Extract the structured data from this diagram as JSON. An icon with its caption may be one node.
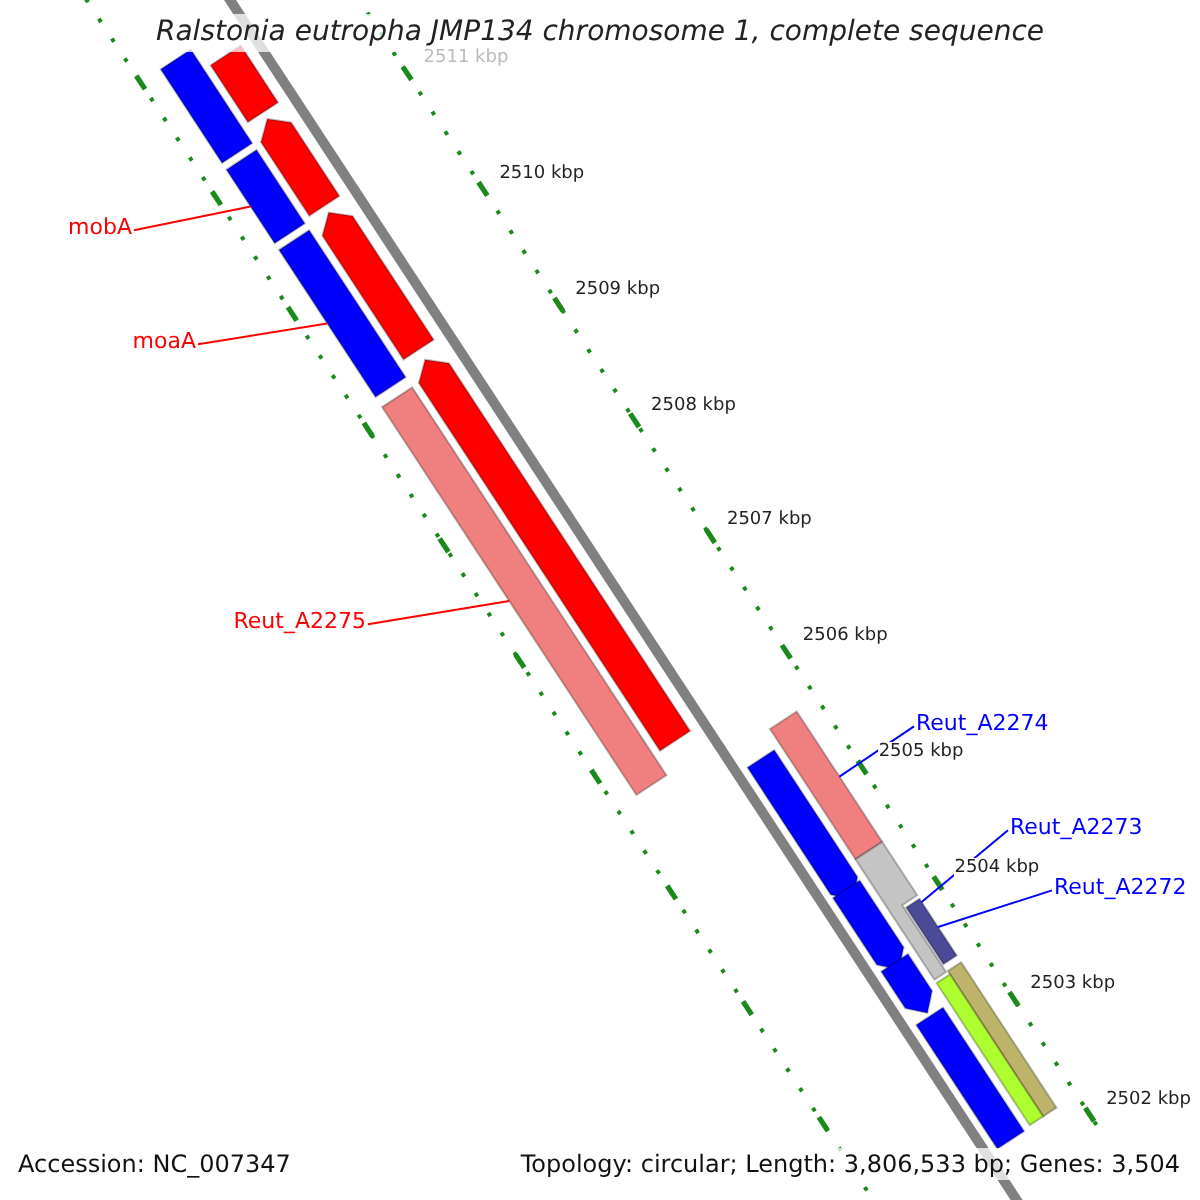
{
  "diagram": {
    "title": "Ralstonia eutropha JMP134 chromosome 1, complete sequence",
    "nodes": [
      {
        "text": [
          "mobA"
        ]
      },
      {
        "text": [
          "moaA"
        ]
      },
      {
        "text": [
          "Reut_A2275"
        ]
      },
      {
        "text": [
          "Reut_A2274"
        ]
      },
      {
        "text": [
          "Reut_A2273"
        ]
      },
      {
        "text": [
          "Reut_A2272"
        ]
      },
      {
        "text": [],
        "shape": "bar"
      },
      {
        "text": [],
        "shape": "bar"
      },
      {
        "text": [],
        "shape": "bar"
      },
      {
        "text": [],
        "shape": "arrow"
      },
      {
        "text": [],
        "shape": "bar"
      },
      {
        "text": [],
        "shape": "arrow"
      },
      {
        "text": [],
        "shape": "bar"
      },
      {
        "text": [],
        "shape": "arrow"
      },
      {
        "text": [],
        "shape": "bar"
      },
      {
        "text": [],
        "shape": "arrow"
      },
      {
        "text": [],
        "shape": "bar"
      },
      {
        "text": [],
        "shape": "arrow"
      },
      {
        "text": [],
        "shape": "bar"
      },
      {
        "text": [],
        "shape": "arrow"
      },
      {
        "text": [],
        "shape": "bar"
      },
      {
        "text": [],
        "shape": "bar"
      },
      {
        "text": [],
        "shape": "bar"
      }
    ],
    "edges": [
      {
        "from": 0,
        "to": 8,
        "arrow": "none",
        "color": "#ff0000"
      },
      {
        "from": 1,
        "to": 10,
        "arrow": "none",
        "color": "#ff0000"
      },
      {
        "from": 2,
        "to": 12,
        "arrow": "none",
        "color": "#ff0000"
      },
      {
        "from": 3,
        "to": 14,
        "arrow": "none",
        "color": "#0000ff"
      },
      {
        "from": 4,
        "to": 16,
        "arrow": "none",
        "color": "#0000ff"
      },
      {
        "from": 5,
        "to": 18,
        "arrow": "none",
        "color": "#0000ff"
      }
    ],
    "labels": [
      "2511 kbp",
      "2510 kbp",
      "2509 kbp",
      "2508 kbp",
      "2507 kbp",
      "2506 kbp",
      "2505 kbp",
      "2504 kbp",
      "2503 kbp",
      "2502 kbp",
      "Accession: NC_007347",
      "Topology: circular; Length: 3,806,533 bp; Genes: 3,504"
    ]
  }
}
